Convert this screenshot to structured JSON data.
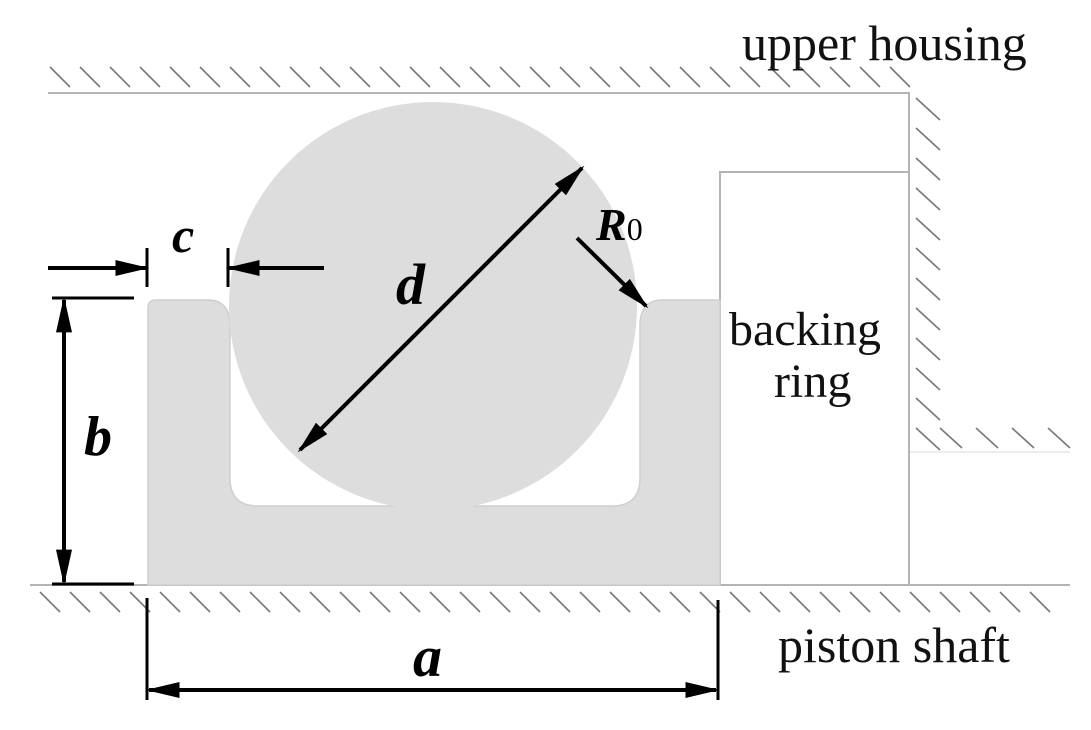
{
  "labels": {
    "upper_housing": "upper housing",
    "backing_ring_line1": "backing",
    "backing_ring_line2": "ring",
    "piston_shaft": "piston shaft"
  },
  "dimensions": {
    "a": "a",
    "b": "b",
    "c": "c",
    "d": "d",
    "r_main": "R",
    "r_sub": "0"
  },
  "colors": {
    "seal_fill": "#dddddd",
    "outline": "#b4b4b4",
    "hatch": "#777777",
    "arrow": "#000000"
  }
}
